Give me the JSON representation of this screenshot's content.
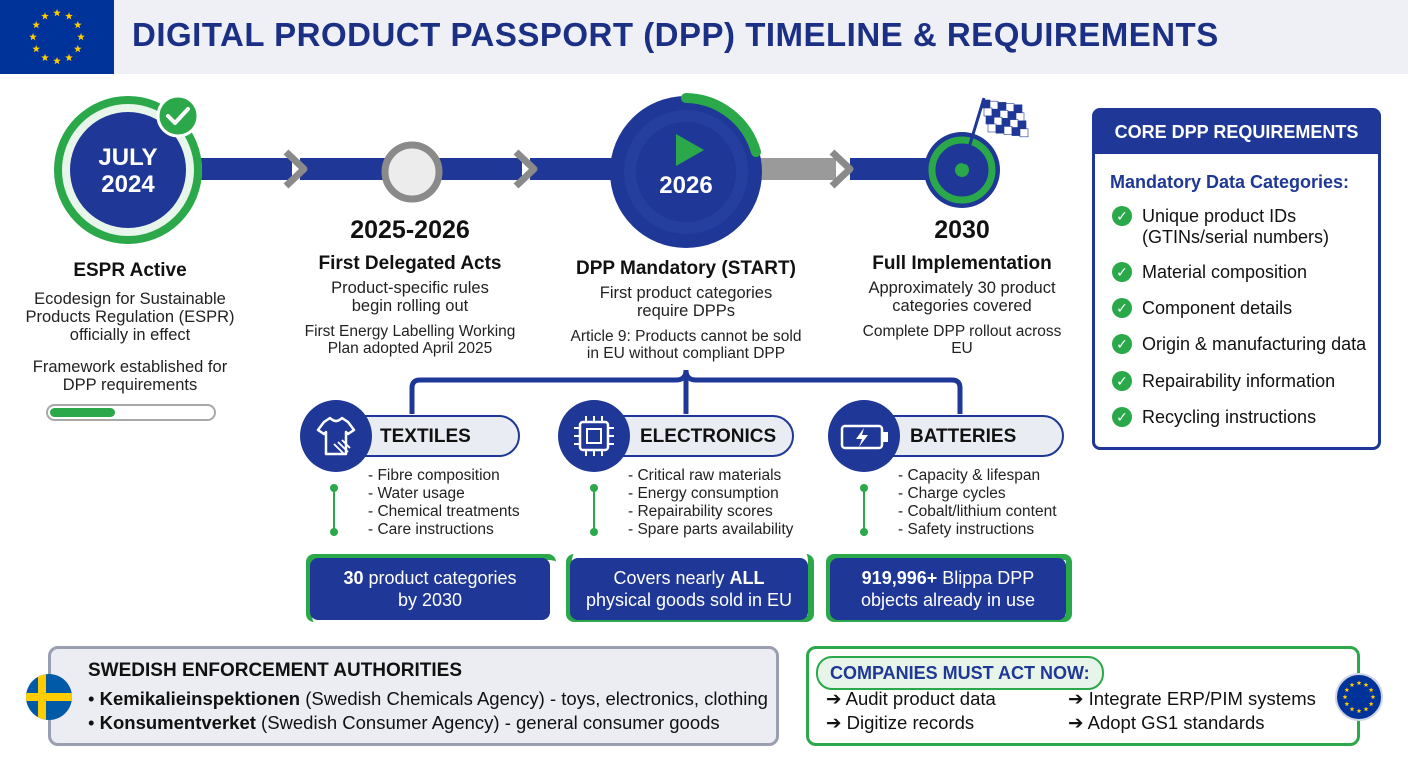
{
  "header": {
    "title": "DIGITAL PRODUCT PASSPORT (DPP) TIMELINE & REQUIREMENTS",
    "logo_icon": "eu-flag-icon"
  },
  "timeline": {
    "milestones": [
      {
        "year": [
          "JULY",
          "2024"
        ],
        "title": "ESPR Active",
        "desc": [
          "Ecodesign for Sustainable",
          "Products Regulation (ESPR)",
          "officially in effect"
        ],
        "desc2": [
          "Framework established for",
          "DPP requirements"
        ],
        "progress": 0.4,
        "status": "completed"
      },
      {
        "year": "2025-2026",
        "title": "First Delegated Acts",
        "desc": [
          "Product-specific rules",
          "begin rolling out"
        ],
        "desc2": [
          "First Energy Labelling Working",
          "Plan adopted April 2025"
        ],
        "status": "in-progress"
      },
      {
        "year": "2026",
        "title": "DPP Mandatory (START)",
        "desc": [
          "First product categories",
          "require DPPs"
        ],
        "desc2": [
          "Article 9: Products cannot be sold",
          "in EU without compliant DPP"
        ],
        "status": "start"
      },
      {
        "year": "2030",
        "title": "Full Implementation",
        "desc": [
          "Approximately 30 product",
          "categories covered"
        ],
        "desc2": [
          "Complete DPP rollout across",
          "EU"
        ],
        "status": "finish"
      }
    ]
  },
  "categories": [
    {
      "label": "TEXTILES",
      "icon": "tshirt-icon",
      "bullets": [
        "- Fibre composition",
        "- Water usage",
        "- Chemical treatments",
        "- Care instructions"
      ],
      "stat": {
        "bold": "30",
        "rest": " product categories",
        "line2": "by 2030"
      }
    },
    {
      "label": "ELECTRONICS",
      "icon": "chip-icon",
      "bullets": [
        "- Critical raw materials",
        "- Energy consumption",
        "- Repairability scores",
        "- Spare parts availability"
      ],
      "stat": {
        "pre": "Covers nearly ",
        "bold": "ALL",
        "line2": "physical goods sold in EU"
      }
    },
    {
      "label": "BATTERIES",
      "icon": "battery-icon",
      "bullets": [
        "- Capacity & lifespan",
        "- Charge cycles",
        "- Cobalt/lithium content",
        "- Safety instructions"
      ],
      "stat": {
        "bold": "919,996+",
        "rest": " Blippa DPP",
        "line2": "objects already in use"
      }
    }
  ],
  "requirements": {
    "header": "CORE DPP REQUIREMENTS",
    "subtitle": "Mandatory Data Categories:",
    "items": [
      [
        "Unique product IDs",
        "(GTINs/serial numbers)"
      ],
      [
        "Material composition"
      ],
      [
        "Component details"
      ],
      [
        "Origin & manufacturing data"
      ],
      [
        "Repairability information"
      ],
      [
        "Recycling instructions"
      ]
    ]
  },
  "swedish": {
    "title": "SWEDISH ENFORCEMENT AUTHORITIES",
    "lines": [
      {
        "bold": "Kemikalieinspektionen",
        "rest": " (Swedish Chemicals Agency) - toys, electronics, clothing"
      },
      {
        "bold": "Konsumentverket",
        "rest": " (Swedish Consumer Agency) - general consumer goods"
      }
    ]
  },
  "actions": {
    "title": "COMPANIES MUST ACT NOW:",
    "items": [
      "Audit product data",
      "Digitize records",
      "Integrate ERP/PIM systems",
      "Adopt GS1 standards"
    ]
  },
  "colors": {
    "navy": "#1f3796",
    "green": "#2aa84a",
    "grey": "#9a9a9a",
    "eu_blue": "#003399",
    "eu_gold": "#ffcc00"
  }
}
